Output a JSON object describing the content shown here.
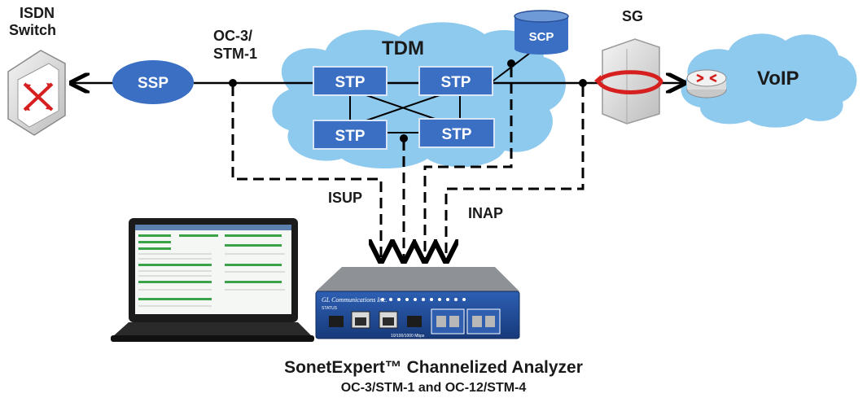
{
  "labels": {
    "isdn_switch_line1": "ISDN",
    "isdn_switch_line2": "Switch",
    "ssp": "SSP",
    "oc3_line1": "OC-3/",
    "oc3_line2": "STM-1",
    "tdm": "TDM",
    "stp": "STP",
    "scp": "SCP",
    "sg": "SG",
    "voip": "VoIP",
    "isup": "ISUP",
    "inap": "INAP",
    "vendor": "GL Communications Inc.",
    "status": "STATUS",
    "port_speed": "10/100/1000 Mbps"
  },
  "caption": {
    "title": "SonetExpert™ Channelized Analyzer",
    "subtitle": "OC-3/STM-1 and OC-12/STM-4"
  },
  "colors": {
    "node_blue": "#3a6fc4",
    "cloud_blue": "#8ec9ee",
    "line_black": "#000000",
    "router_red": "#d62020"
  },
  "icons": {
    "isdn_switch": "network-switch-icon",
    "voip_router": "router-icon",
    "scp_database": "database-icon",
    "sg_gateway": "gateway-server-icon",
    "laptop": "laptop-icon",
    "analyzer": "hardware-appliance-icon"
  }
}
